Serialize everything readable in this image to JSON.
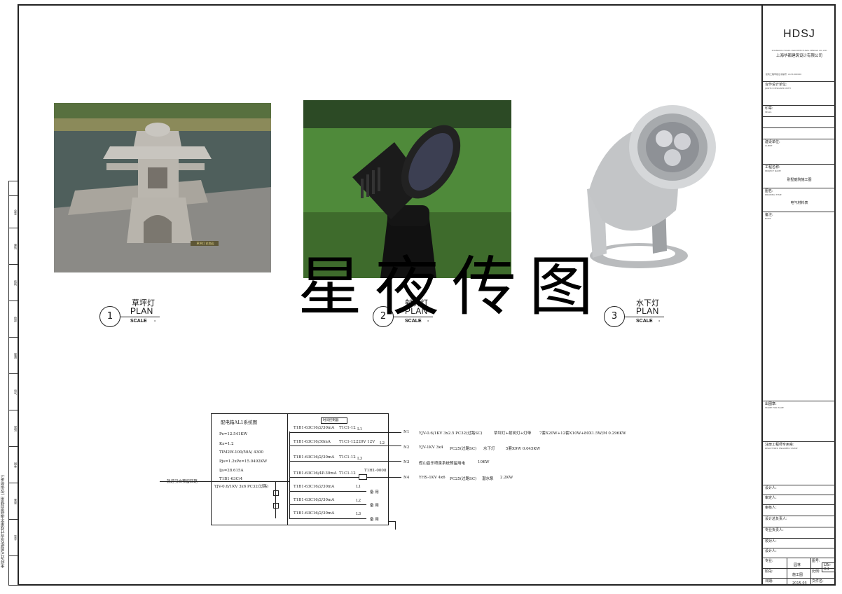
{
  "titleblock": {
    "logo": "HDSJ",
    "company_en": "SHANGHAI HUADU ARCHITECTURAL DESIGN CO.,LTD",
    "company_cn": "上海华都建筑设计有限公司",
    "cert": "建筑工程甲级证书编号: A131000000",
    "partner_label": "合作设计单位:",
    "partner_sub": "JOINTLY DESIGNED WITH",
    "seal_label": "印章:",
    "seal_sub": "SEALS",
    "client_label": "建设单位:",
    "client_sub": "CLIENT",
    "project_label": "工程名称:",
    "project_sub": "PROJECT NAME",
    "project_value": "别墅庭院施工图",
    "drawing_title_label": "图名:",
    "drawing_title_sub": "DRAWING TITLE",
    "drawing_title_value": "电气材料表",
    "notes_label": "备注:",
    "notes_sub": "NOTE",
    "stamp_label": "出图章:",
    "stamp_sub": "STAMP FOR ISSUE",
    "reg_label": "注册工程师专用章:",
    "reg_sub": "REGISTERED ENGINEER STAMP",
    "designer_label": "设计人:",
    "checker_label": "审定人:",
    "reviewer_label": "审核人:",
    "design_lead_label": "设计总负责人:",
    "discipline_lead_label": "专业负责人:",
    "proofer_label": "校对人:",
    "drafter_label": "设计人:",
    "discipline_label": "专业:",
    "discipline_value": "园林",
    "drawing_no_label": "图号:",
    "drawing_no_value": "DS-03",
    "phase_label": "阶段:",
    "phase_value": "施工图",
    "ratio_label": "比例:",
    "date_label": "日期:",
    "date_value": "2015.03",
    "file_label": "文件名:"
  },
  "left_strip": {
    "cells": [
      "会签",
      "建筑",
      "结构",
      "给排",
      "暖通",
      "电气",
      "规划",
      "园林",
      "景观",
      "签字"
    ],
    "vertical_note": "未经许可图纸及设计成果不得擅自使用 (仅供参考)"
  },
  "items": [
    {
      "number": "1",
      "name": "草坪灯",
      "plan": "PLAN",
      "scale": "SCALE",
      "scale_value": "-",
      "photo_label": "草坪灯 花岗岩"
    },
    {
      "number": "2",
      "name": "射树灯",
      "plan": "PLAN",
      "scale": "SCALE",
      "scale_value": "-"
    },
    {
      "number": "3",
      "name": "水下灯",
      "plan": "PLAN",
      "scale": "SCALE",
      "scale_value": "-"
    }
  ],
  "watermark": "星夜传图",
  "schematic": {
    "title": "配电箱AL1系统图",
    "params": [
      "Pe=12.541KW",
      "Kx=1.2",
      "TIM2W-100/50A/ 4300",
      "Pjs=1.2xPe=15.0492KW",
      "Ijs=28.615A"
    ],
    "incoming_cable": "YJV-0.6/1KV 3x6  PC32(过路)",
    "incoming_source": "就近引自预留回路",
    "breaker_box_label": "时间控制器",
    "main_breaker": "T1B1-63C/4",
    "circuits": [
      {
        "breaker": "T1B1-63C16/2/30mA",
        "contactor": "T1C1-12",
        "phase": "L1",
        "id": "N1",
        "cable": "YJV-0.6/1KV 3x2.5  PC32(过路SC)",
        "load": "草坪灯+射树灯+灯带",
        "detail": "7套X20W+12套X10W+80X1.5W/M  0.296KW"
      },
      {
        "breaker": "T1B1-63C16/30mA",
        "contactor": "T1C1-12",
        "transformer": "220V  12V",
        "phase": "L2",
        "id": "N2",
        "cable": "YJV-1KV 3x4",
        "conduit": "PC25(过路SC)",
        "load": "水下灯",
        "detail": "5套X9W  0.045KW"
      },
      {
        "breaker": "T1B1-63C16/2/30mA",
        "contactor": "T1C1-12",
        "phase": "L3",
        "id": "N3",
        "cable": "",
        "load": "假山音乐喷泉系统预留用电",
        "detail": "10KW"
      },
      {
        "breaker": "T1B1-63C16/4P-30mA",
        "contactor": "T1C1-12",
        "relay": "T1H1-0008",
        "phase": "",
        "id": "N4",
        "cable": "YHS-1KV 4x6",
        "conduit": "PC25(过路SC)",
        "load": "潜水泵",
        "detail": "2.2KW"
      },
      {
        "breaker": "T1B1-63C16/2/30mA",
        "phase": "L1",
        "spare": "备 用"
      },
      {
        "breaker": "T1B1-63C16/2/30mA",
        "phase": "L2",
        "spare": "备 用"
      },
      {
        "breaker": "T1B1-63C16/2/30mA",
        "phase": "L3",
        "spare": "备 用"
      }
    ]
  }
}
